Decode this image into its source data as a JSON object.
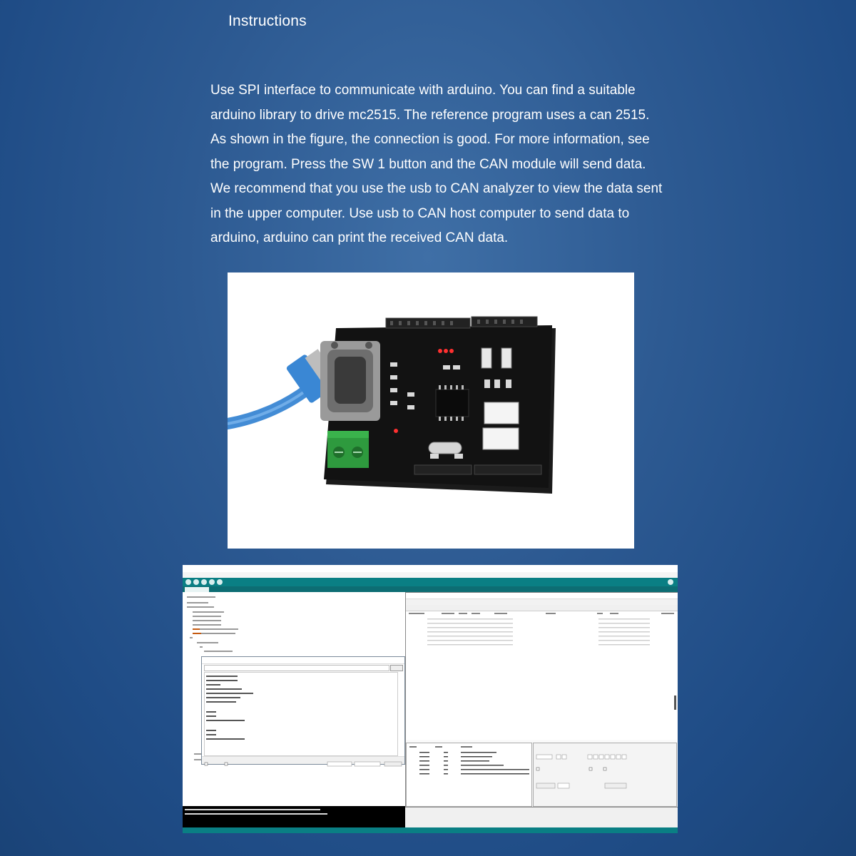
{
  "heading": "Instructions",
  "paragraph_lines": [
    "Use SPI interface to communicate with arduino. You can find a suitable",
    "arduino library to drive mc2515. The reference program uses a can 2515.",
    "As shown in the figure, the connection is good. For more information, see",
    "the program. Press the SW 1 button and the CAN module will send data.",
    "We recommend that you use the usb to CAN analyzer to view the data sent",
    "in the upper computer. Use usb to CAN host computer to send data to",
    "arduino, arduino can print the received CAN data."
  ],
  "colors": {
    "background": "#2d5a92",
    "ide_teal": "#0a7f84",
    "pcb_black": "#141414",
    "terminal_green": "#2e9a3e",
    "usb_blue": "#2f7fd0"
  },
  "icons": [
    "usb-cable-icon",
    "db9-connector-icon",
    "terminal-block-icon",
    "chip-icon",
    "crystal-icon"
  ]
}
